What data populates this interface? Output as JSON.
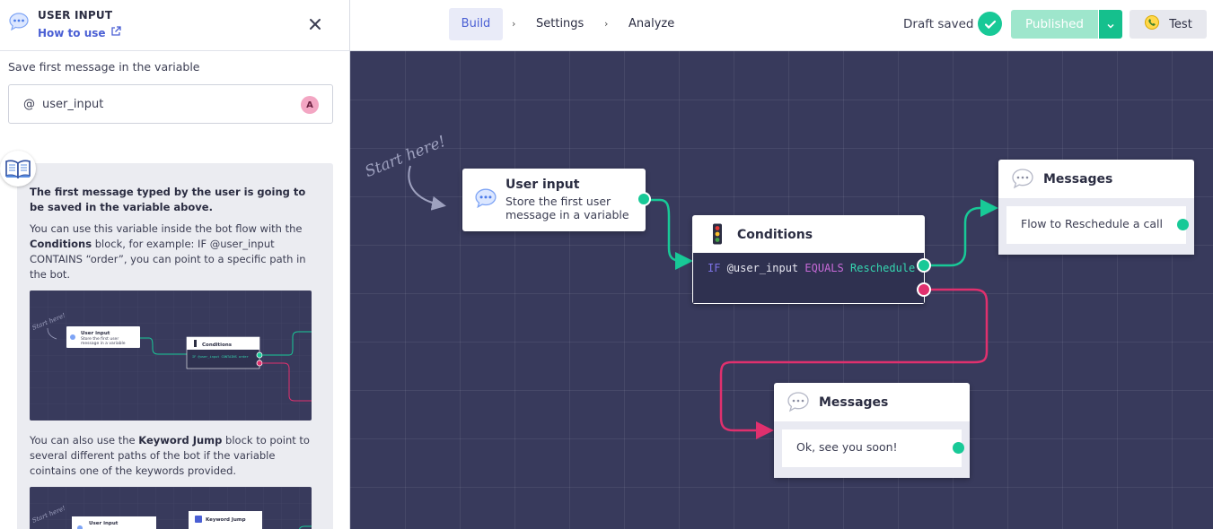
{
  "panel": {
    "title": "USER INPUT",
    "how_to_use": "How to use",
    "save_label": "Save first message in the variable",
    "variable": {
      "prefix": "@",
      "value": "user_input",
      "avatar_letter": "A"
    },
    "info": {
      "heading": "The first message typed by the user is going to be saved in the variable above.",
      "p1_a": "You can use this variable inside the bot flow with the ",
      "p1_b": "Conditions",
      "p1_c": " block, for example: IF @user_input CONTAINS “order”, you can point to a specific path in the bot.",
      "p2_a": "You can also use the ",
      "p2_b": "Keyword Jump",
      "p2_c": " block to point to several different paths of the bot if the variable cointains one of the keywords provided."
    },
    "thumb1": {
      "start": "Start here!",
      "ui_title": "User input",
      "ui_desc1": "Store the first user",
      "ui_desc2": "message in a variable",
      "cond_title": "Conditions",
      "cond_code": "IF @user_input CONTAINS order"
    },
    "thumb2": {
      "start": "Start here!",
      "ui_title": "User input",
      "kj_title": "Keyword Jump"
    }
  },
  "topbar": {
    "steps": [
      "Build",
      "Settings",
      "Analyze"
    ],
    "draft": "Draft saved",
    "published": "Published",
    "test": "Test"
  },
  "canvas": {
    "start_here": "Start here!",
    "user_input": {
      "title": "User input",
      "desc": "Store the first user message in a variable"
    },
    "conditions": {
      "title": "Conditions",
      "if": "IF",
      "var": "@user_input",
      "op": "EQUALS",
      "value": "Reschedule"
    },
    "messages_top": {
      "title": "Messages",
      "text": "Flow to Reschedule a call"
    },
    "messages_bottom": {
      "title": "Messages",
      "text": "Ok, see you soon!"
    }
  },
  "colors": {
    "canvas": "#383a5c",
    "green": "#18c997",
    "pink": "#e0306e",
    "accent": "#4a5fd4"
  }
}
